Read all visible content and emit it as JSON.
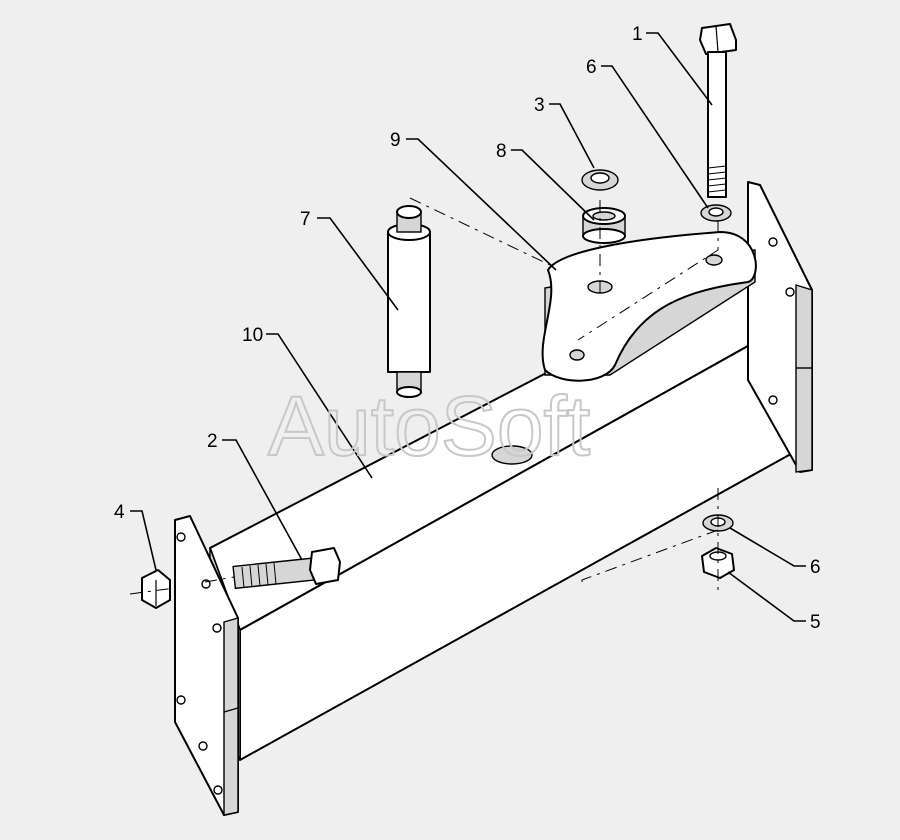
{
  "watermark": "AutoSoft",
  "callouts": [
    "1",
    "2",
    "3",
    "4",
    "5",
    "6",
    "6",
    "7",
    "8",
    "9",
    "10"
  ],
  "parts": {
    "bolt_long": "bolt-long-icon",
    "bolt_short": "bolt-short-icon",
    "nut": "nut-icon",
    "washer": "washer-icon",
    "pin": "pin-icon",
    "bushing": "bushing-icon",
    "bracket": "bracket-plate-icon",
    "beam": "beam-icon"
  },
  "colors": {
    "background": "#efefef",
    "line": "#000000",
    "watermark": "#c8c8c8"
  }
}
